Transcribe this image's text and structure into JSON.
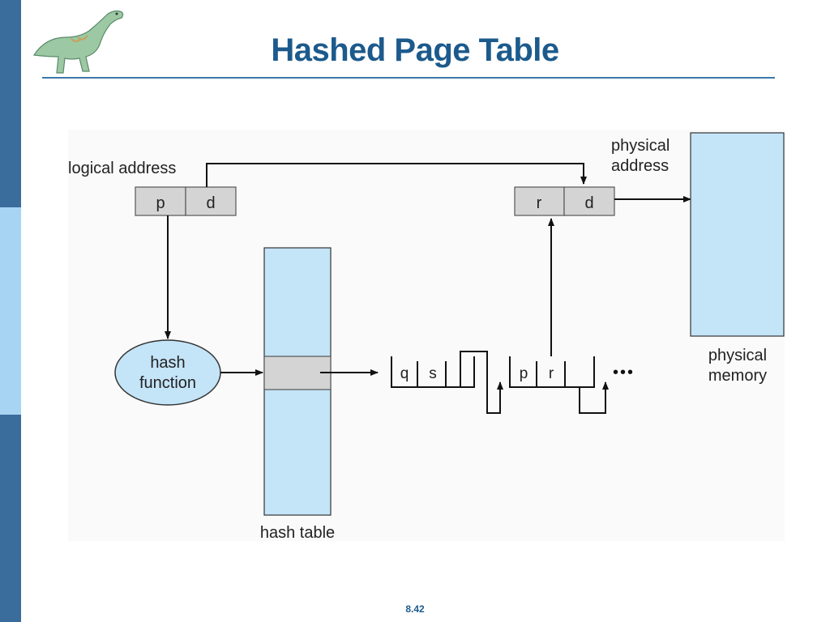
{
  "slide": {
    "title": "Hashed Page Table",
    "page_number": "8.42"
  },
  "diagram": {
    "logical_address_label": "logical address",
    "logical_fields": [
      "p",
      "d"
    ],
    "physical_address_label": [
      "physical",
      "address"
    ],
    "physical_fields": [
      "r",
      "d"
    ],
    "hash_function_label": [
      "hash",
      "function"
    ],
    "hash_table_label": "hash table",
    "chain_node_1": [
      "q",
      "s"
    ],
    "chain_node_2": [
      "p",
      "r"
    ],
    "ellipsis": "•••",
    "physical_memory_label": [
      "physical",
      "memory"
    ]
  },
  "colors": {
    "title": "#1c5a8c",
    "sidebar_dark": "#3a6c9c",
    "sidebar_light": "#a8d4f4",
    "field_fill": "#d4d4d4",
    "table_fill": "#c4e4f8",
    "ellipse_fill": "#c4e4f8",
    "panel_bg": "#fafafa"
  }
}
